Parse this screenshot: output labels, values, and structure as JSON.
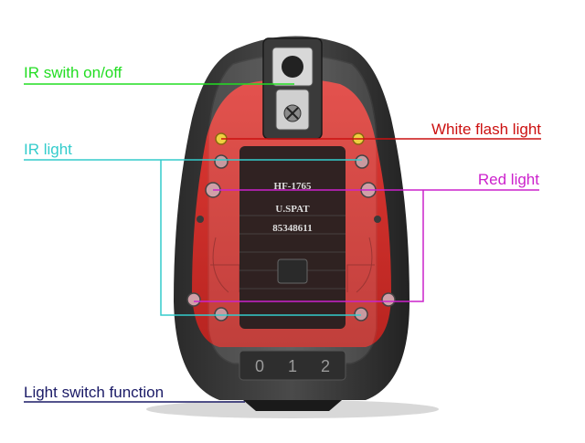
{
  "annotations": {
    "ir_switch": {
      "text": "IR swith on/off",
      "color": "#22dd22"
    },
    "white_flash": {
      "text": "White flash light",
      "color": "#cc1111"
    },
    "ir_light": {
      "text": "IR light",
      "color": "#33cccc"
    },
    "red_light": {
      "text": "Red light",
      "color": "#cc22cc"
    },
    "light_switch": {
      "text": "Light switch function",
      "color": "#1a1a66"
    }
  },
  "device_print": {
    "model": "HF-1765",
    "brand": "U.SPAT",
    "serial": "85348611",
    "dial": [
      "0",
      "1",
      "2"
    ]
  }
}
